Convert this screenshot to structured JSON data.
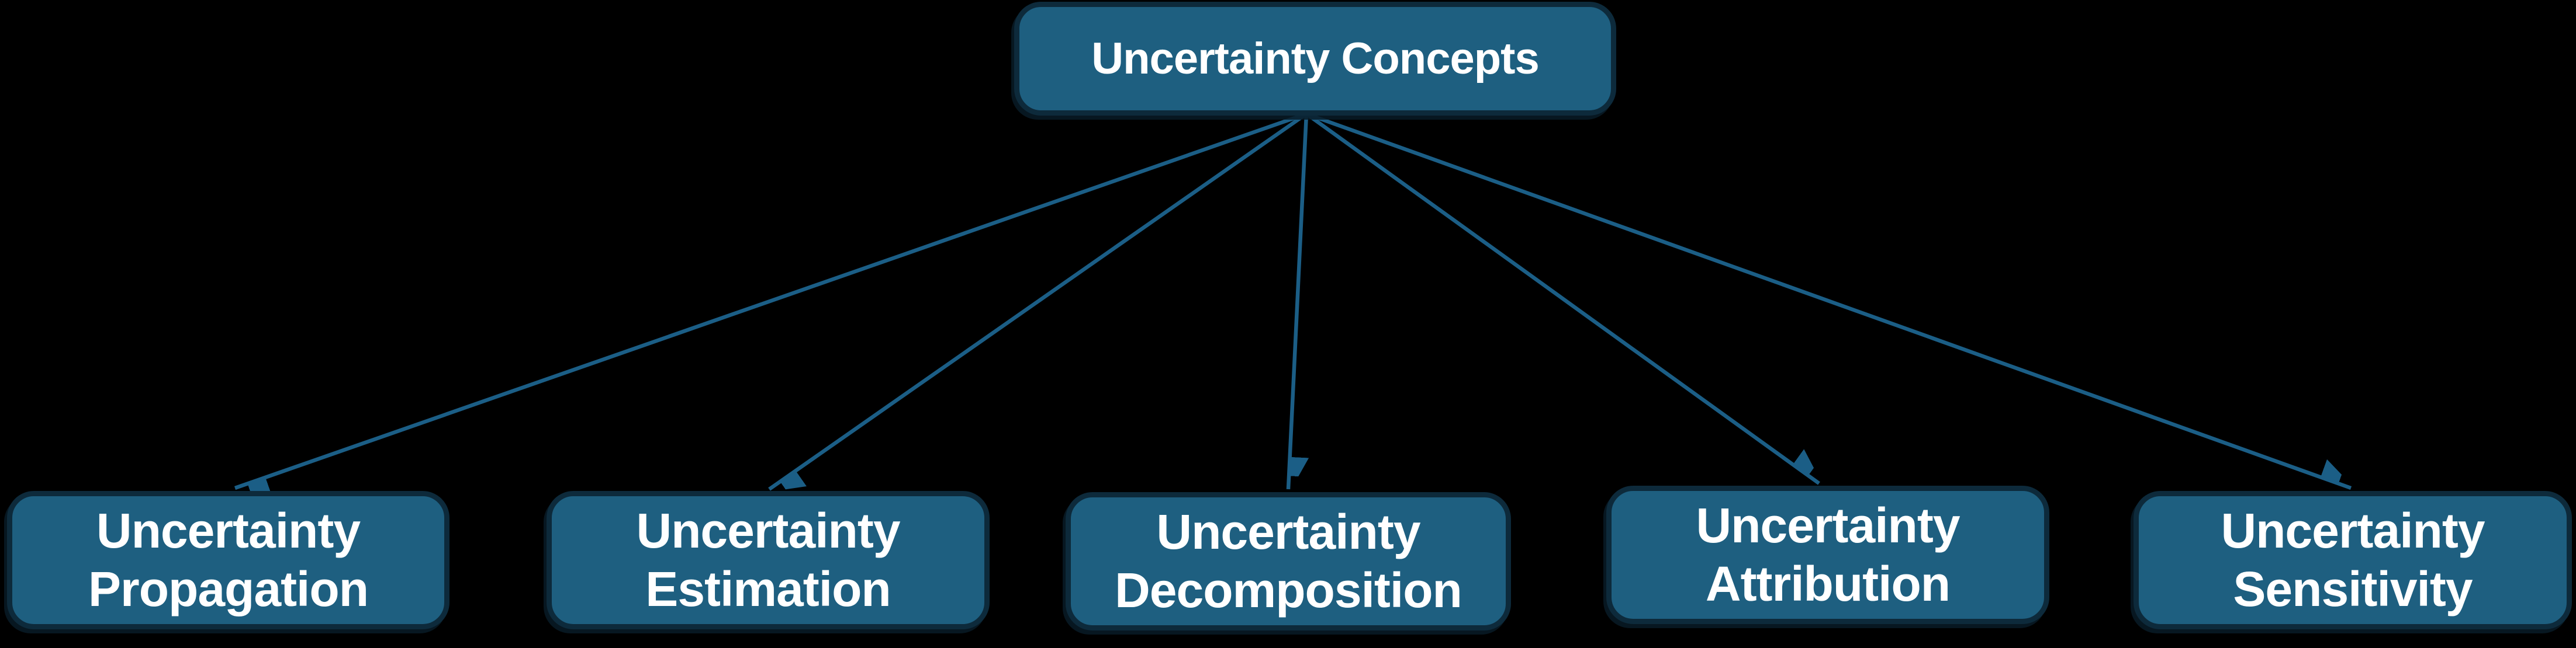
{
  "diagram": {
    "root": {
      "label": "Uncertainty Concepts"
    },
    "children": [
      {
        "label_line1": "Uncertainty",
        "label_line2": "Propagation"
      },
      {
        "label_line1": "Uncertainty",
        "label_line2": "Estimation"
      },
      {
        "label_line1": "Uncertainty",
        "label_line2": "Decomposition"
      },
      {
        "label_line1": "Uncertainty",
        "label_line2": "Attribution"
      },
      {
        "label_line1": "Uncertainty",
        "label_line2": "Sensitivity"
      }
    ],
    "colors": {
      "background": "#000000",
      "node_fill": "#1E5F80",
      "node_border": "#0D2A3B",
      "arrow": "#1B5E86",
      "text": "#FFFFFF"
    }
  }
}
